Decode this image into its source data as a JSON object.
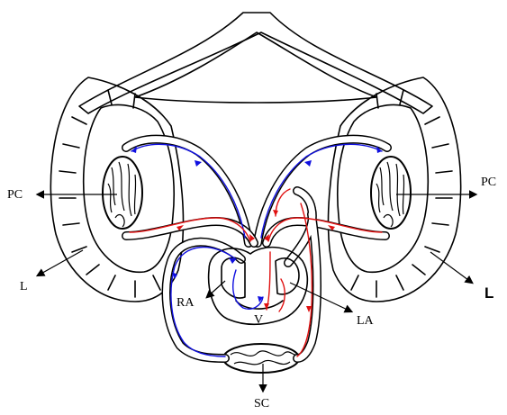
{
  "labels": {
    "pc_left": "PC",
    "pc_right": "PC",
    "l_left": "L",
    "l_right": "L",
    "ra": "RA",
    "v": "V",
    "la": "LA",
    "sc": "SC"
  },
  "colors": {
    "deoxygenated": "#1010e0",
    "oxygenated": "#e01010",
    "outline": "#000000"
  }
}
